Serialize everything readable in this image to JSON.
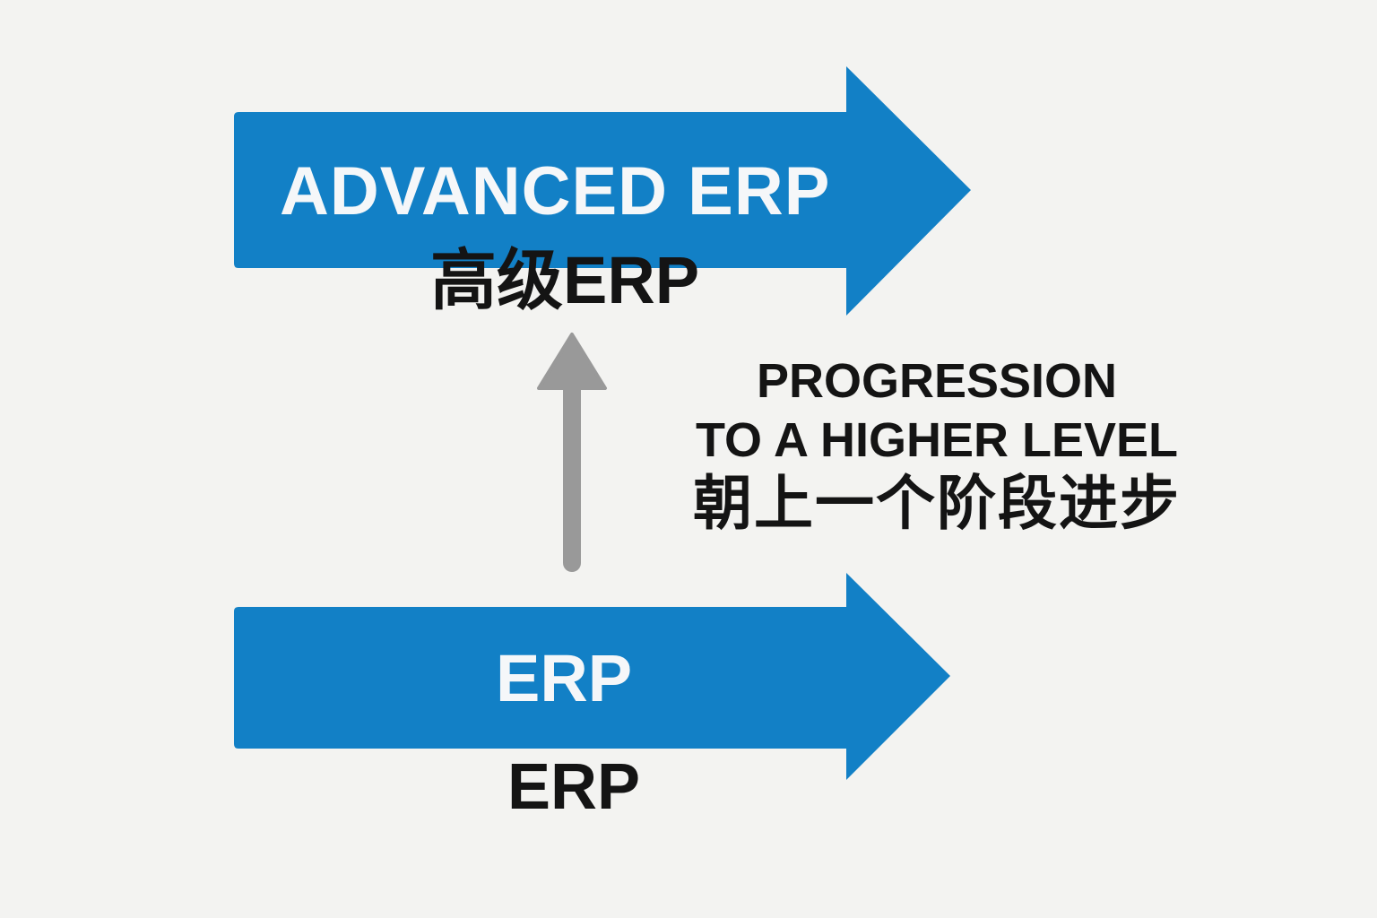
{
  "colors": {
    "background": "#f3f3f1",
    "arrow_blue": "#1280c6",
    "progress_arrow_gray": "#999999",
    "text_dark": "#141414",
    "text_light": "#f5f7f9"
  },
  "top_arrow": {
    "label": "ADVANCED ERP",
    "sub_label": "高级ERP"
  },
  "bottom_arrow": {
    "label": "ERP",
    "sub_label": "ERP"
  },
  "progression": {
    "line1": "PROGRESSION",
    "line2": "TO A HIGHER LEVEL",
    "line3": "朝上一个阶段进步",
    "icon": "arrow-up-icon"
  }
}
